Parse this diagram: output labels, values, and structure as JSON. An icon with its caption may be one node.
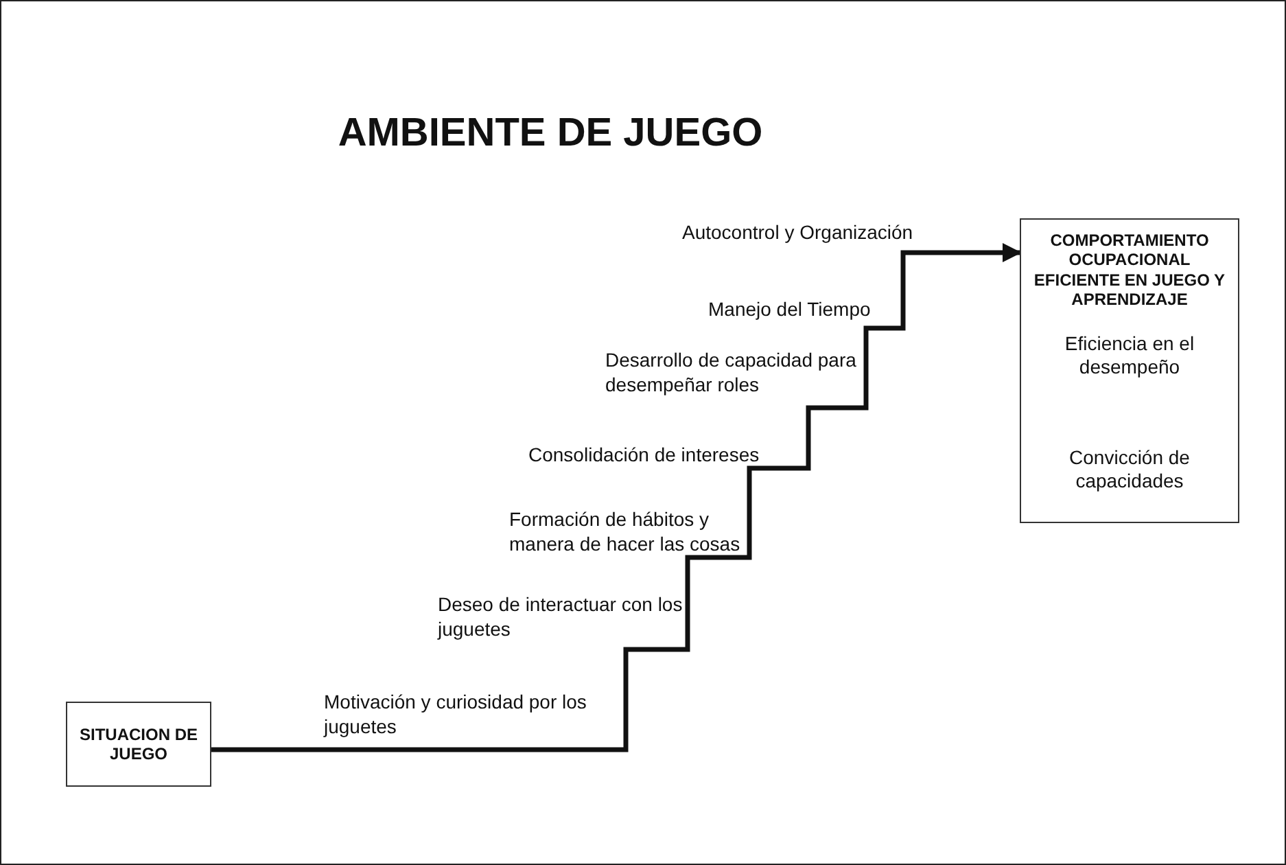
{
  "diagram": {
    "title": "AMBIENTE DE JUEGO",
    "nodes": [
      {
        "text": [
          "SITUACION DE JUEGO"
        ]
      },
      {
        "text": [
          "COMPORTAMIENTO OCUPACIONAL EFICIENTE EN JUEGO Y APRENDIZAJE",
          "Eficiencia en el desempeño",
          "Convicción de capacidades"
        ]
      }
    ],
    "edges": [
      {
        "from": 0,
        "to": 1,
        "arrow": "to"
      }
    ],
    "labels": [
      "Autocontrol y Organización",
      "Manejo del Tiempo",
      "Desarrollo de capacidad para desempeñar roles",
      "Consolidación de intereses",
      "Formación de hábitos y manera de hacer las cosas",
      "Deseo de interactuar con los juguetes",
      "Motivación y curiosidad por los juguetes"
    ]
  }
}
